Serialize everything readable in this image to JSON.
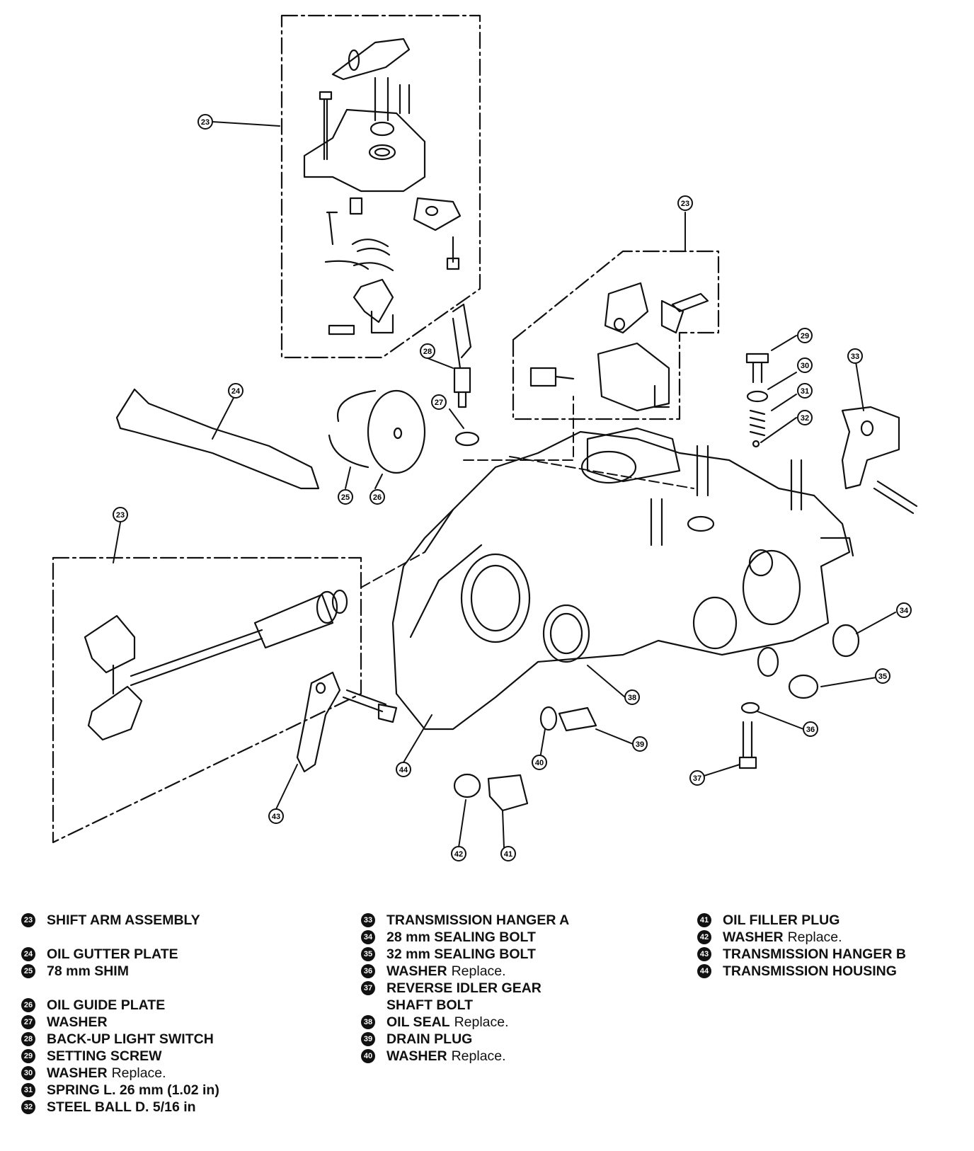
{
  "callouts": {
    "c23a": "23",
    "c23b": "23",
    "c23c": "23",
    "c24": "24",
    "c25": "25",
    "c26": "26",
    "c27": "27",
    "c28": "28",
    "c29": "29",
    "c30": "30",
    "c31": "31",
    "c32": "32",
    "c33": "33",
    "c34": "34",
    "c35": "35",
    "c36": "36",
    "c37": "37",
    "c38": "38",
    "c39": "39",
    "c40": "40",
    "c41": "41",
    "c42": "42",
    "c43": "43",
    "c44": "44"
  },
  "legend": {
    "col1": [
      {
        "num": "23",
        "label": "SHIFT ARM ASSEMBLY",
        "note": ""
      },
      {
        "num": "24",
        "label": "OIL GUTTER PLATE",
        "note": ""
      },
      {
        "num": "25",
        "label": "78 mm SHIM",
        "note": ""
      },
      {
        "num": "26",
        "label": "OIL GUIDE PLATE",
        "note": ""
      },
      {
        "num": "27",
        "label": "WASHER",
        "note": ""
      },
      {
        "num": "28",
        "label": "BACK-UP LIGHT SWITCH",
        "note": ""
      },
      {
        "num": "29",
        "label": "SETTING SCREW",
        "note": ""
      },
      {
        "num": "30",
        "label": "WASHER",
        "note": "Replace."
      },
      {
        "num": "31",
        "label": "SPRING L. 26 mm (1.02 in)",
        "note": ""
      },
      {
        "num": "32",
        "label": "STEEL BALL D. 5/16 in",
        "note": ""
      }
    ],
    "col2": [
      {
        "num": "33",
        "label": "TRANSMISSION HANGER A",
        "note": ""
      },
      {
        "num": "34",
        "label": "28 mm SEALING BOLT",
        "note": ""
      },
      {
        "num": "35",
        "label": "32 mm SEALING BOLT",
        "note": ""
      },
      {
        "num": "36",
        "label": "WASHER",
        "note": "Replace."
      },
      {
        "num": "37",
        "label": "REVERSE IDLER GEAR",
        "note": "",
        "line2": "SHAFT BOLT"
      },
      {
        "num": "38",
        "label": "OIL SEAL",
        "note": "Replace."
      },
      {
        "num": "39",
        "label": "DRAIN PLUG",
        "note": ""
      },
      {
        "num": "40",
        "label": "WASHER",
        "note": "Replace."
      }
    ],
    "col3": [
      {
        "num": "41",
        "label": "OIL FILLER PLUG",
        "note": ""
      },
      {
        "num": "42",
        "label": "WASHER",
        "note": "Replace."
      },
      {
        "num": "43",
        "label": "TRANSMISSION HANGER B",
        "note": ""
      },
      {
        "num": "44",
        "label": "TRANSMISSION HOUSING",
        "note": ""
      }
    ]
  }
}
